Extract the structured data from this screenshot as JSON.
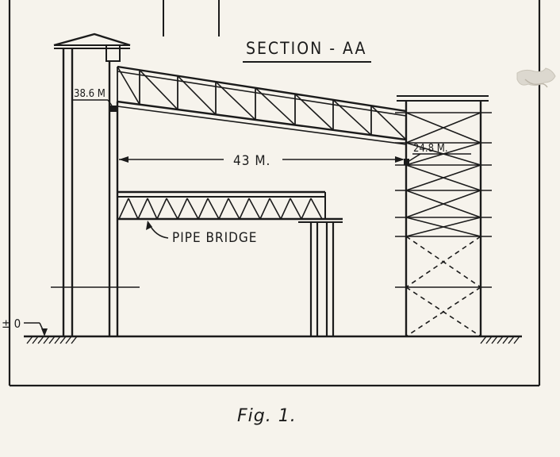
{
  "figure": {
    "title": "SECTION - AA",
    "caption": "Fig. 1.",
    "labels": {
      "left_elevation": "38.6 M",
      "right_elevation": "24.8 M.",
      "span": "43 M.",
      "pipe_bridge": "PIPE BRIDGE",
      "ground_level": "± 0"
    }
  }
}
